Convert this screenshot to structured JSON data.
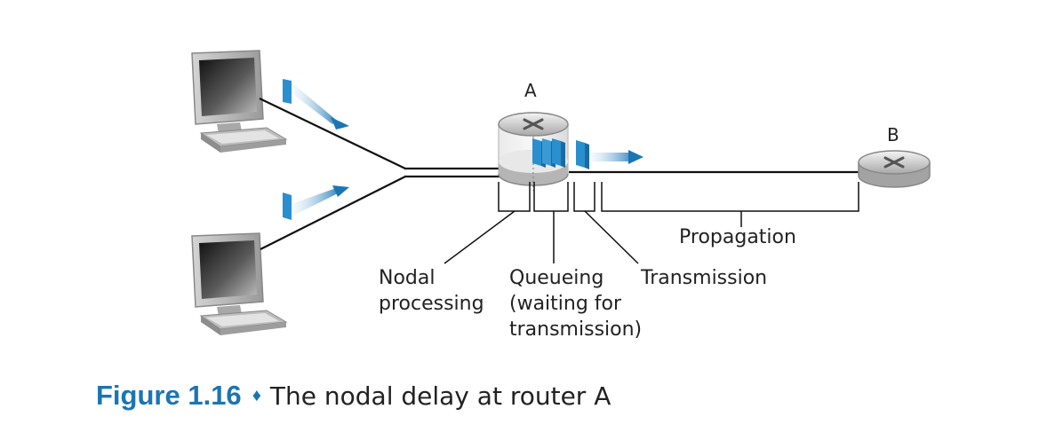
{
  "nodes": {
    "router_a": "A",
    "router_b": "B"
  },
  "delay_labels": {
    "nodal_processing": [
      "Nodal",
      "processing"
    ],
    "queueing": [
      "Queueing",
      "(waiting for",
      "transmission)"
    ],
    "transmission": "Transmission",
    "propagation": "Propagation"
  },
  "caption": {
    "figure_number": "Figure 1.16",
    "separator": "♦",
    "title": "The nodal delay at router A"
  },
  "colors": {
    "packet": "#2a8fce",
    "arrow": "#1b75b3",
    "caption_accent": "#1b75b3",
    "line": "#111111"
  }
}
